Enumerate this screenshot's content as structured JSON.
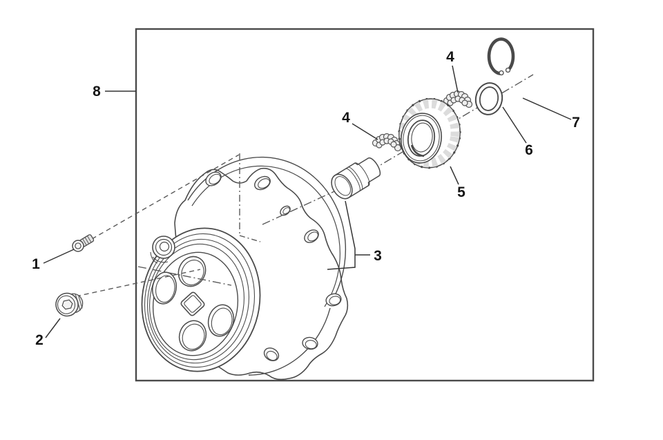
{
  "diagram": {
    "type": "exploded-parts-diagram",
    "subject": "pump-assembly",
    "colors": {
      "background": "#ffffff",
      "line": "#4a4a4a",
      "label": "#141414",
      "shade": "#dcdcdc"
    },
    "callouts": {
      "c1": {
        "label": "1"
      },
      "c2": {
        "label": "2"
      },
      "c3": {
        "label": "3"
      },
      "c4a": {
        "label": "4"
      },
      "c4b": {
        "label": "4"
      },
      "c5": {
        "label": "5"
      },
      "c6": {
        "label": "6"
      },
      "c7": {
        "label": "7"
      },
      "c8": {
        "label": "8"
      }
    }
  }
}
